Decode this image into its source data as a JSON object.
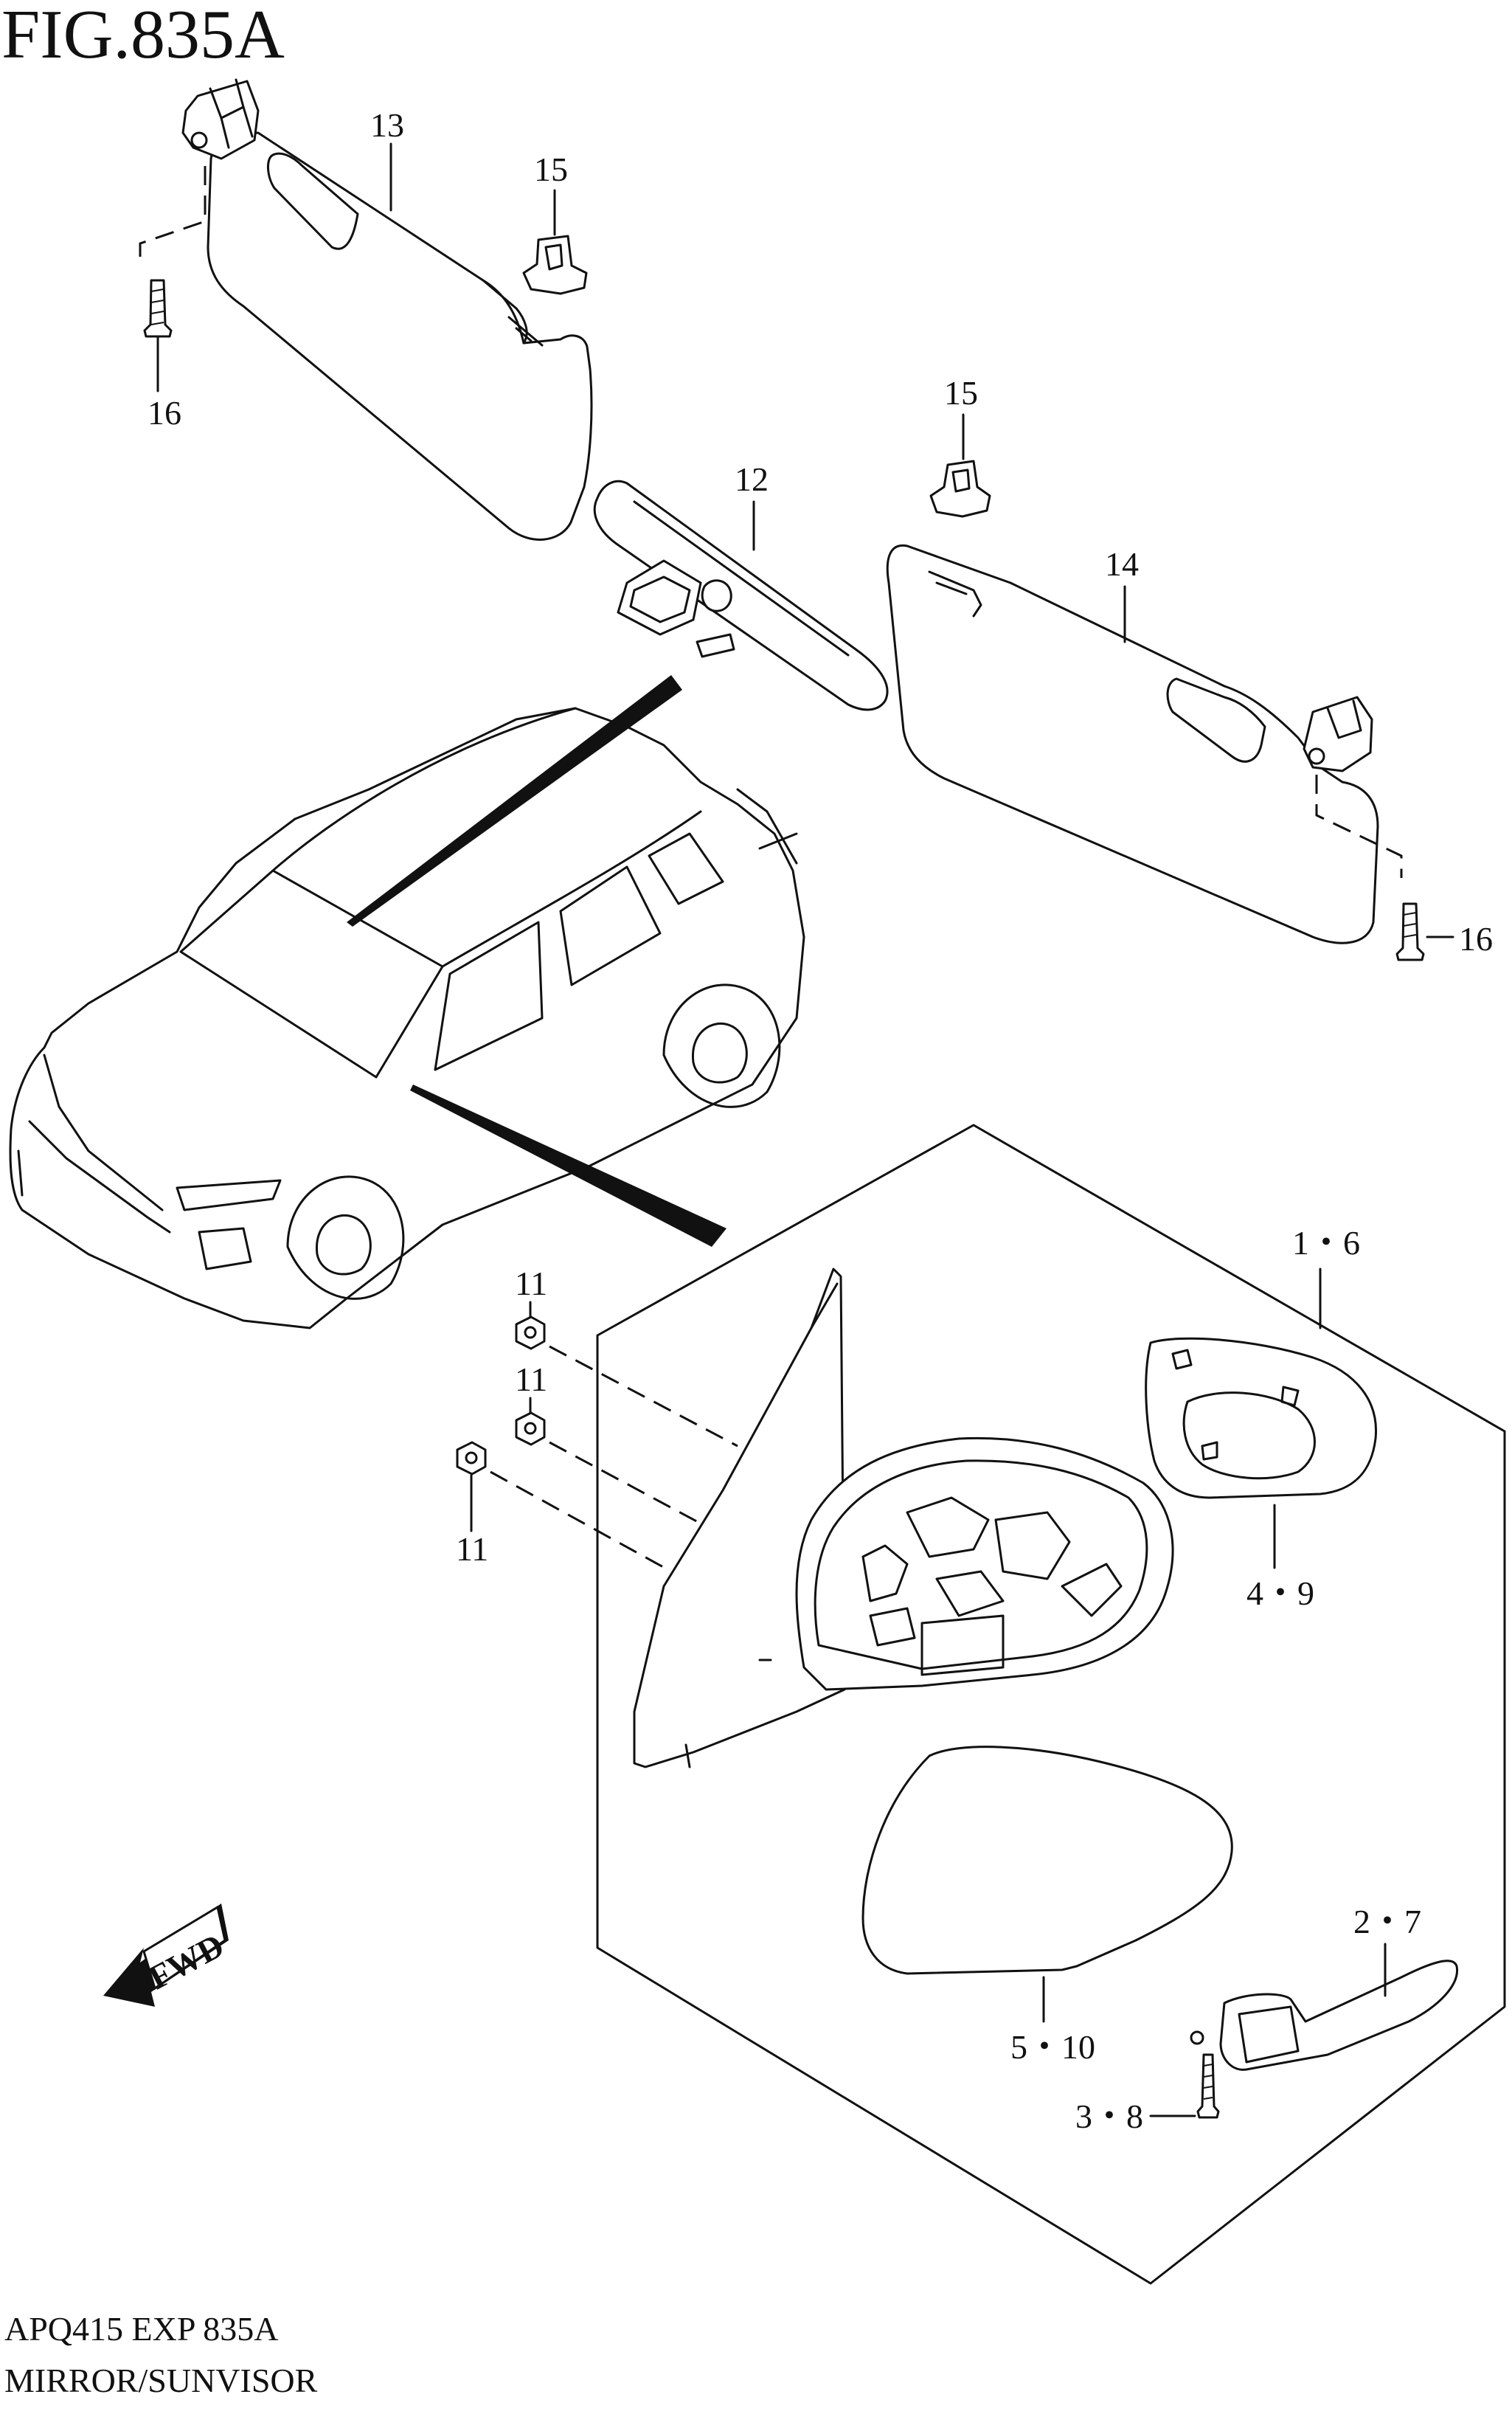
{
  "figure": {
    "title": "FIG.835A",
    "code": "APQ415 EXP 835A",
    "name": "MIRROR/SUNVISOR"
  },
  "callouts": {
    "c13": "13",
    "c15a": "15",
    "c16a": "16",
    "c12": "12",
    "c15b": "15",
    "c14": "14",
    "c16b": "16",
    "c1_6": "1・6",
    "c11a": "11",
    "c11b": "11",
    "c11c": "11",
    "c4_9": "4・9",
    "c2_7": "2・7",
    "c5_10": "5・10",
    "c3_8": "3・8"
  },
  "fwd_label": "FWD"
}
